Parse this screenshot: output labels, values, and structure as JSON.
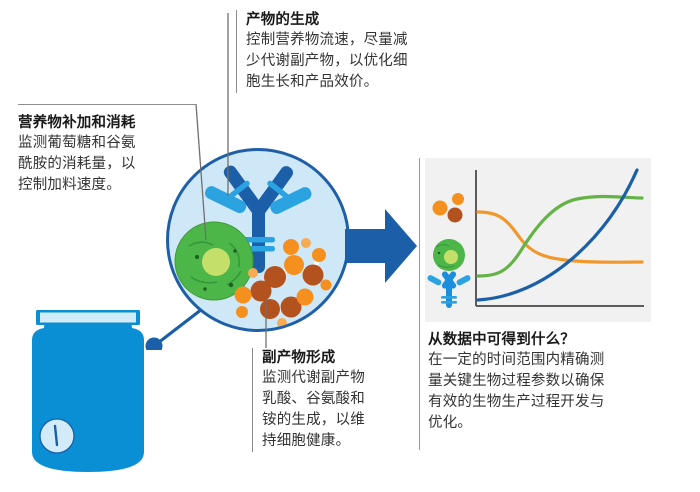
{
  "diagram": {
    "title_semantic": "bioprocess-monitoring-infographic",
    "callouts": [
      {
        "id": "nutrient",
        "title": "营养物补加和消耗",
        "lines": [
          "监测葡萄糖和谷氨",
          "酰胺的消耗量，以",
          "控制加料速度。"
        ]
      },
      {
        "id": "product",
        "title": "产物的生成",
        "lines": [
          "控制营养物流速，尽量减",
          "少代谢副产物，以优化细",
          "胞生长和产品效价。"
        ]
      },
      {
        "id": "byproduct",
        "title": "副产物形成",
        "lines": [
          "监测代谢副产物",
          "乳酸、谷氨酸和",
          "铵的生成，以维",
          "持细胞健康。"
        ]
      },
      {
        "id": "insight",
        "title": "从数据中可得到什么？",
        "lines": [
          "在一定的时间范围内精确测",
          "量关键生物过程参数以确保",
          "有效的生物生产过程开发与",
          "优化。"
        ]
      }
    ],
    "objects": {
      "bioreactor_label": "bioreactor-vessel",
      "magnifier_label": "magnified-culture-view",
      "arrow_label": "process-flow-arrow",
      "cell_label": "green-cell",
      "antibody_label": "antibody-molecule",
      "metabolite_label": "metabolite-molecules",
      "gauge_label": "pressure-gauge"
    },
    "colors": {
      "brand_blue": "#0b8fd4",
      "deep_blue": "#1a5fa8",
      "arrow_blue": "#1c5fa9",
      "light_blue_fill": "#cfe8f7",
      "panel_gray": "#f1f1f1",
      "axis_gray": "#5c5c5c",
      "rule_gray": "#8d8d8d",
      "cell_green": "#4cb648",
      "orange": "#f5901e",
      "sienna": "#b4521f",
      "curve_green": "#64b347",
      "curve_orange": "#f0982c",
      "curve_blue": "#1a5fa8"
    }
  },
  "chart_data": {
    "type": "line",
    "title": "",
    "xlabel": "",
    "ylabel": "",
    "grid": false,
    "legend_position": "left-outside",
    "xlim": [
      0,
      100
    ],
    "ylim": [
      0,
      100
    ],
    "x": [
      0,
      10,
      20,
      30,
      40,
      50,
      60,
      70,
      80,
      90,
      100
    ],
    "series": [
      {
        "name": "metabolite-molecules",
        "color": "#f0982c",
        "legend_icon": "molecule-dots-icon",
        "values": [
          72,
          71,
          68,
          60,
          48,
          38,
          32,
          29,
          27,
          26,
          26
        ]
      },
      {
        "name": "green-cell",
        "color": "#64b347",
        "legend_icon": "cell-icon",
        "values": [
          22,
          23,
          26,
          34,
          50,
          66,
          78,
          85,
          88,
          89,
          89
        ]
      },
      {
        "name": "antibody-molecule",
        "color": "#1a5fa8",
        "legend_icon": "antibody-icon",
        "values": [
          3,
          4,
          6,
          9,
          14,
          21,
          31,
          45,
          62,
          82,
          100
        ]
      }
    ]
  }
}
